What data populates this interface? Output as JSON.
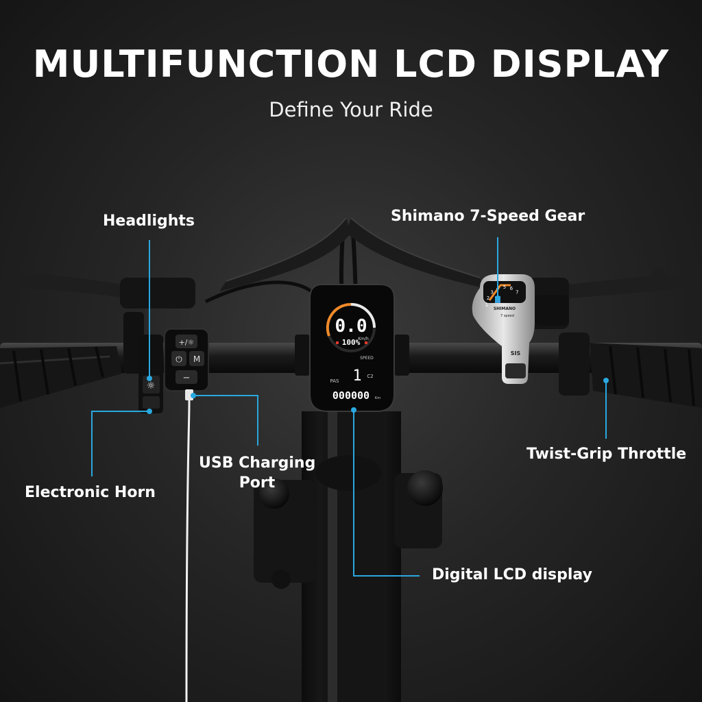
{
  "header": {
    "title": "MULTIFUNCTION LCD DISPLAY",
    "subtitle": "Define Your Ride"
  },
  "callouts": {
    "headlights": "Headlights",
    "shimano_gear": "Shimano 7-Speed Gear",
    "usb_charging_port_line1": "USB Charging",
    "usb_charging_port_line2": "Port",
    "twist_grip_throttle": "Twist-Grip Throttle",
    "electronic_horn": "Electronic Horn",
    "digital_lcd_display": "Digital LCD display"
  },
  "lcd": {
    "speed": "0.0",
    "speed_unit": "Km/h",
    "battery": "100%",
    "speed_label": "SPEED",
    "pas_label": "PAS",
    "pas_level": "1",
    "odometer": "000000",
    "odometer_unit": "Km",
    "c_label": "C2"
  },
  "controller": {
    "plus_light": "+/☼",
    "power": "⏻",
    "mode": "M",
    "minus": "−"
  },
  "shifter": {
    "brand": "SHIMANO",
    "speeds": "7 speed",
    "gear_numbers": [
      "1",
      "2",
      "3",
      "4",
      "5",
      "6",
      "7"
    ],
    "sis_label": "SIS"
  },
  "colors": {
    "accent": "#2aa8e0",
    "background": "#222222",
    "lcd_orange": "#f08a2a",
    "lcd_red": "#e03a2a"
  }
}
